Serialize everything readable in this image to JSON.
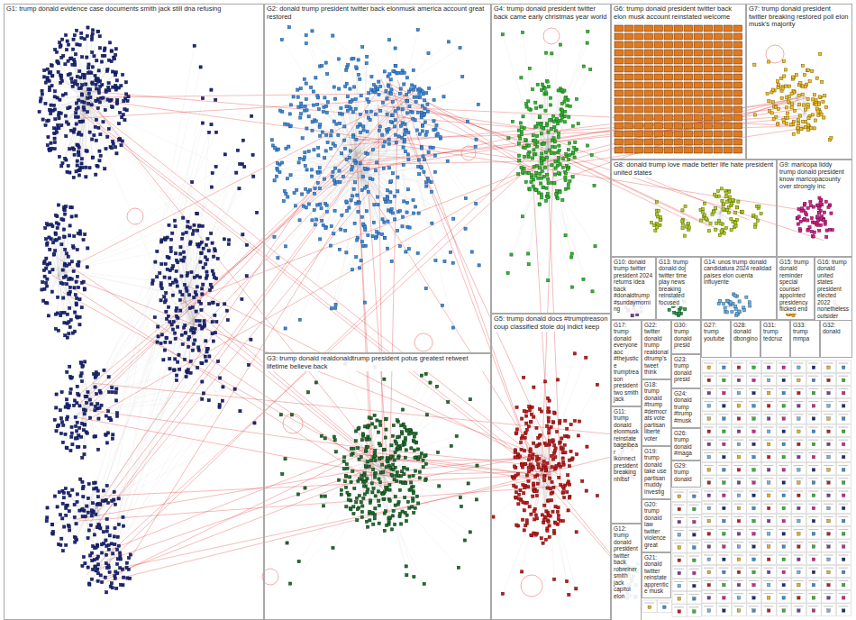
{
  "diagram": {
    "nodes": [
      {
        "text": [
          "G1: trump donald evidence case documents smith jack still dna refusing"
        ]
      },
      {
        "text": [
          "G2: donald trump president twitter back elonmusk america account great restored"
        ]
      },
      {
        "text": [
          "G4: trump donald president twitter back came early christmas year world"
        ]
      },
      {
        "text": [
          "G6: trump donald president twitter back elon musk account reinstated welcome"
        ]
      },
      {
        "text": [
          "G7: trump donald president twitter breaking restored poll elon musk's majority"
        ]
      },
      {
        "text": [
          "G8: donald trump love made better life hate president united states"
        ]
      },
      {
        "text": [
          "G9: maricopa liddy trump donald president know maricopacounty over strongly inc"
        ]
      },
      {
        "text": [
          "G10: donald trump twitter president 2024 returns idea back #donaldtrump #sundaymorning"
        ]
      },
      {
        "text": [
          "G13: trump donald doj twitter time play news breaking reinstated focused"
        ]
      },
      {
        "text": [
          "G14: unos trump donald candidatura 2024 realidad países elon cuenta influyente"
        ]
      },
      {
        "text": [
          "G15: trump donald reminder special counsel appointed presidency flicked end"
        ]
      },
      {
        "text": [
          "G16: trump donald united states president elected 2022 nonetheless outsider"
        ]
      },
      {
        "text": [
          "G3: trump donald realdonaldtrump president potus greatest retweet lifetime believe back"
        ]
      },
      {
        "text": [
          "G5: trump donald docs #trumptreason coup classified stole doj indict keep"
        ]
      },
      {
        "text": [
          "G17: trump donald everyone aoc #thejustice trumptreason president two smith jack"
        ]
      },
      {
        "text": [
          "G11: trump donald elonmusk reinstate bagelbear lkonnect president breaking nhlbsf"
        ]
      },
      {
        "text": [
          "G12: trump donald president twitter back robreiner smith jack capitol elon"
        ]
      },
      {
        "text": [
          "G22: twitter donald trump realdonaldtrump's tweet think"
        ]
      },
      {
        "text": [
          "G18: trump donald #trump #democrats vote partisan liberté voter"
        ]
      },
      {
        "text": [
          "G19: trump donald take use partisan muddy investig"
        ]
      },
      {
        "text": [
          "G20: trump donald law twitter violence great"
        ]
      },
      {
        "text": [
          "G21: donald twitter reinstate apprentice musk"
        ]
      },
      {
        "text": [
          "G30: trump donald presid"
        ]
      },
      {
        "text": [
          "G23: trump donald presid"
        ]
      },
      {
        "text": [
          "G24: donald trump #trump #musk"
        ]
      },
      {
        "text": [
          "G26: trump donald #maga"
        ]
      },
      {
        "text": [
          "G29: trump donald"
        ]
      },
      {
        "text": [
          "G27: trump youtube"
        ]
      },
      {
        "text": [
          "G28: donald dbongino"
        ]
      },
      {
        "text": [
          "G31: trump tedcruz"
        ]
      },
      {
        "text": [
          "G33: trump mmpa"
        ]
      },
      {
        "text": [
          "G32: donald"
        ]
      }
    ]
  }
}
